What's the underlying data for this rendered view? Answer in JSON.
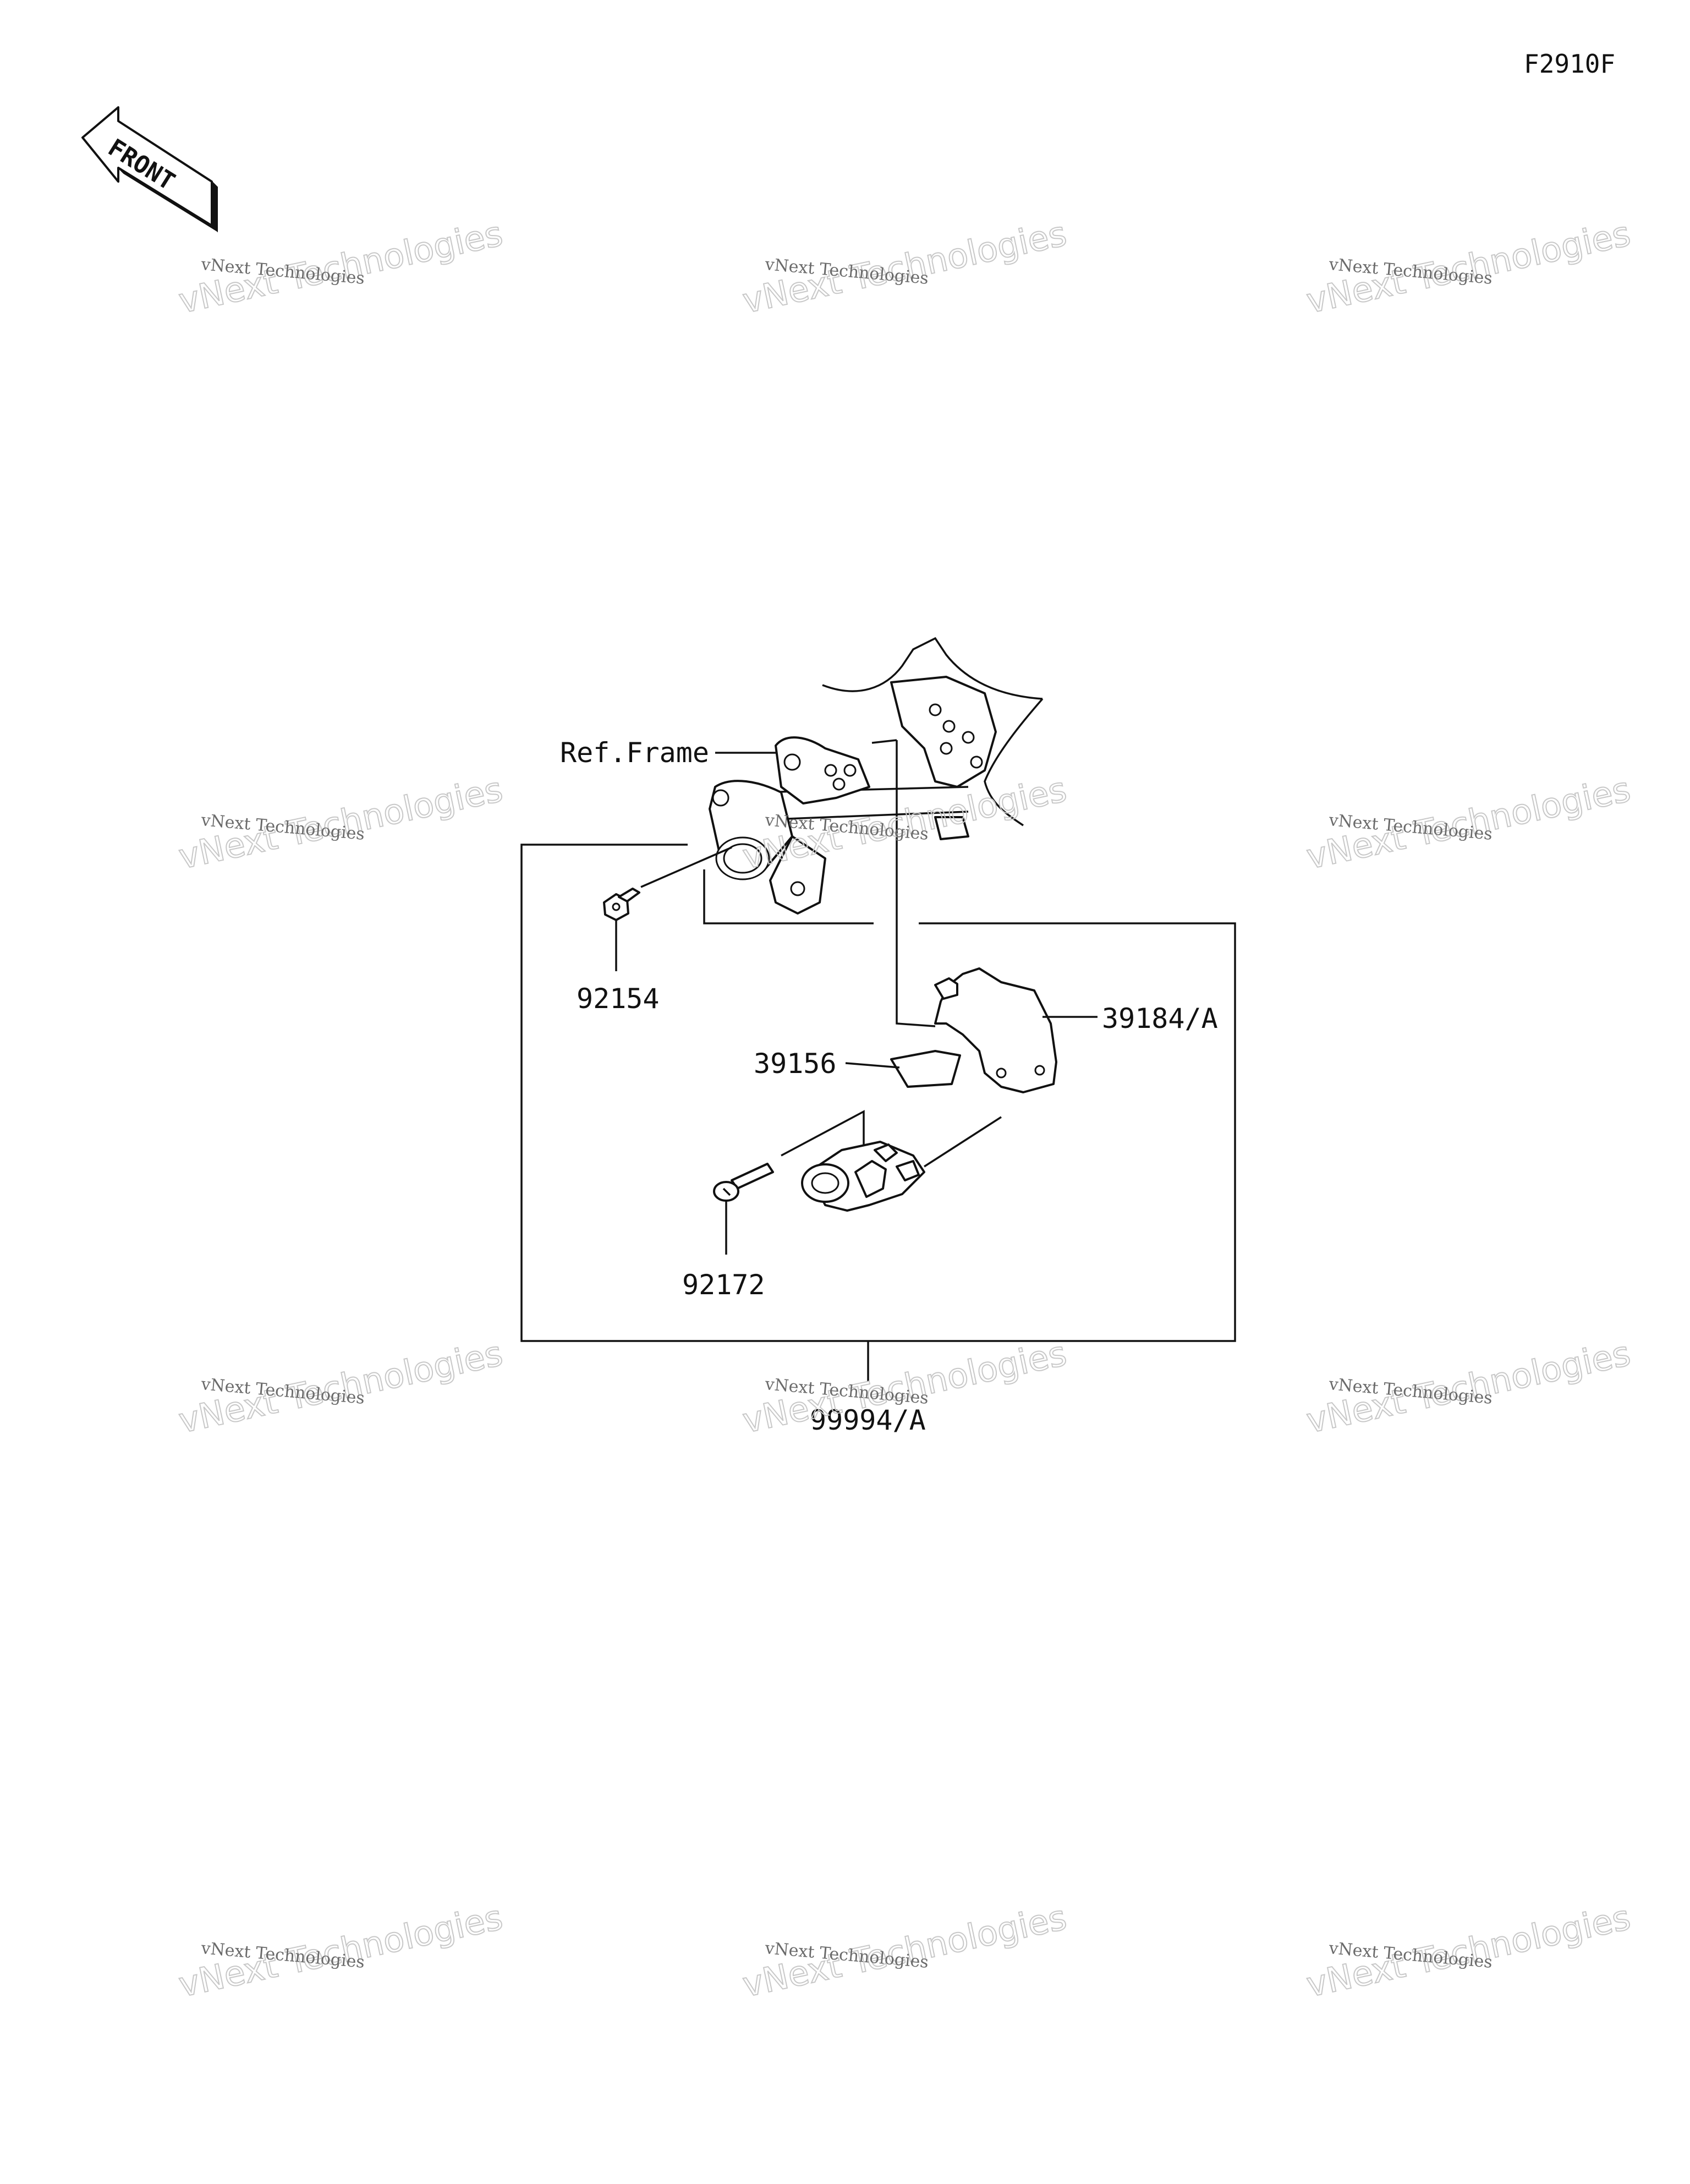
{
  "diagram_code": "F2910F",
  "front_marker": {
    "label": "FRONT"
  },
  "watermark": {
    "line1": "vNext Technologies",
    "line2": "vNext Technologies"
  },
  "callouts": {
    "ref_frame": "Ref.Frame",
    "bolt_left": "92154",
    "cover": "39184/A",
    "pad": "39156",
    "pin": "92172",
    "assembly": "99994/A"
  }
}
